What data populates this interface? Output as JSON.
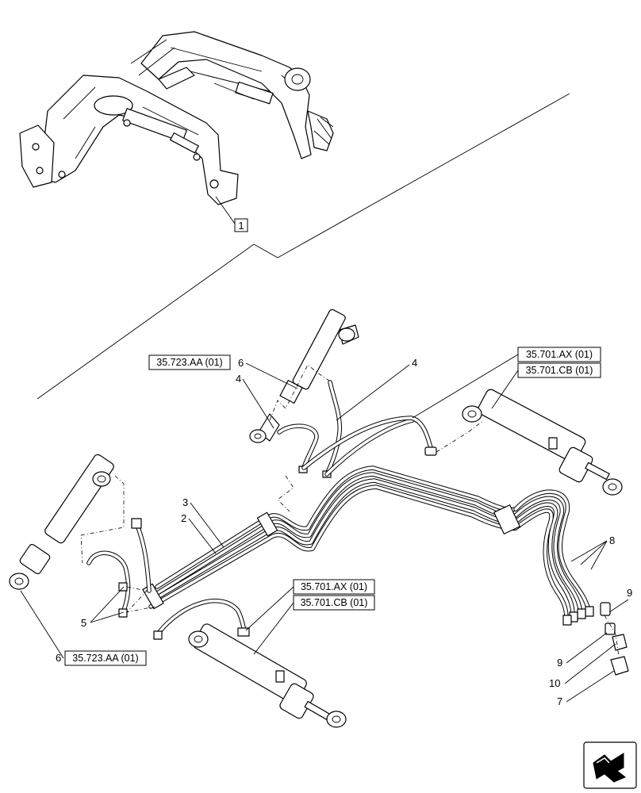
{
  "callouts": {
    "loader_ref": "1",
    "pipe_2": "2",
    "pipe_3": "3",
    "hose_4a": "4",
    "hose_4b": "4",
    "hose_5": "5",
    "cyl_6_top": "6",
    "cyl_6_bottom": "6",
    "cap_7": "7",
    "hoses_8": "8",
    "fitting_9a": "9",
    "fitting_9b": "9",
    "cap_10": "10"
  },
  "references": {
    "ref_723_top": "35.723.AA (01)",
    "ref_723_bottom": "35.723.AA (01)",
    "ref_701ax_right": "35.701.AX (01)",
    "ref_701cb_right": "35.701.CB (01)",
    "ref_701ax_mid": "35.701.AX (01)",
    "ref_701cb_mid": "35.701.CB (01)"
  },
  "nav_icon": "navigation-arrow-icon"
}
